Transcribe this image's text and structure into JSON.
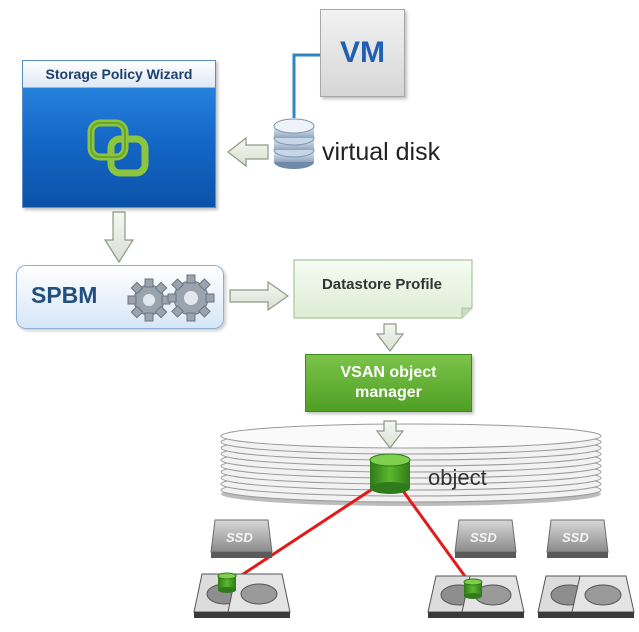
{
  "wizard": {
    "title": "Storage Policy Wizard"
  },
  "vm": {
    "label": "VM"
  },
  "disk": {
    "label": "virtual disk"
  },
  "spbm": {
    "label": "SPBM"
  },
  "datastore_profile": {
    "label": "Datastore Profile"
  },
  "vsan_manager": {
    "line1": "VSAN object",
    "line2": "manager"
  },
  "object": {
    "label": "object"
  },
  "ssd": {
    "label": "SSD"
  },
  "colors": {
    "wizard_blue": "#1467c7",
    "vsan_green": "#4f9f24",
    "connector_red": "#e21a1a",
    "vm_text": "#1f5fb5",
    "logo_green": "#8cc63f"
  }
}
